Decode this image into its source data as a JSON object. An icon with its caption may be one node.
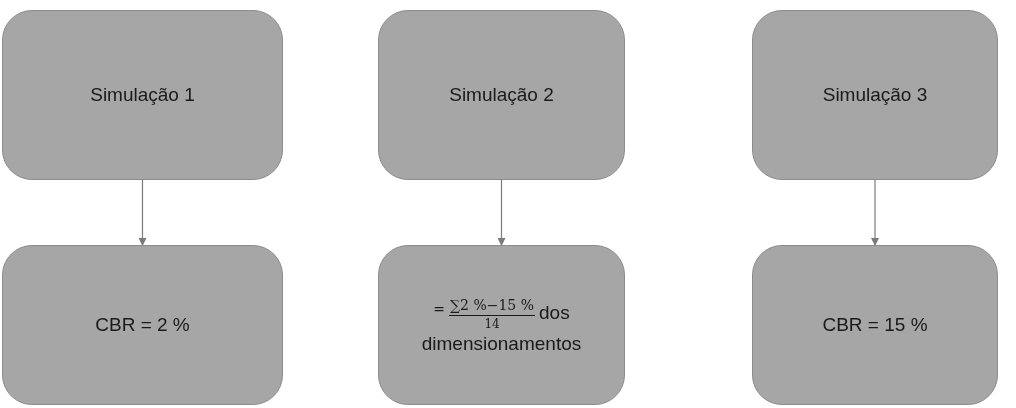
{
  "diagram": {
    "nodes": [
      {
        "text": [
          "Simulação 1"
        ]
      },
      {
        "text": [
          "Simulação 2"
        ]
      },
      {
        "text": [
          "Simulação 3"
        ]
      },
      {
        "text": [
          "CBR = 2 %"
        ]
      },
      {
        "text": [
          "=",
          "∑2 %−15 %",
          "14",
          "dos",
          "dimensionamentos"
        ]
      },
      {
        "text": [
          "CBR = 15 %"
        ]
      }
    ],
    "edges": [
      {
        "from": 0,
        "to": 3,
        "arrow": "to"
      },
      {
        "from": 1,
        "to": 4,
        "arrow": "to"
      },
      {
        "from": 2,
        "to": 5,
        "arrow": "to"
      }
    ]
  }
}
